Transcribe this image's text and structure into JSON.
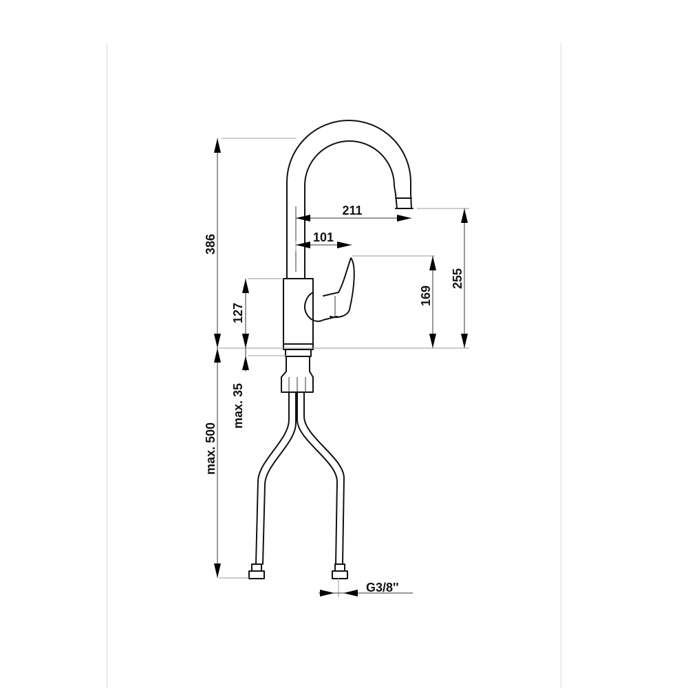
{
  "dimensions": {
    "total_height": "386",
    "spout_reach": "211",
    "lever_reach": "101",
    "body_height": "127",
    "lever_height": "169",
    "spout_height": "255",
    "shank_length": "max. 35",
    "hose_length": "max. 500",
    "thread": "G3/8''"
  }
}
